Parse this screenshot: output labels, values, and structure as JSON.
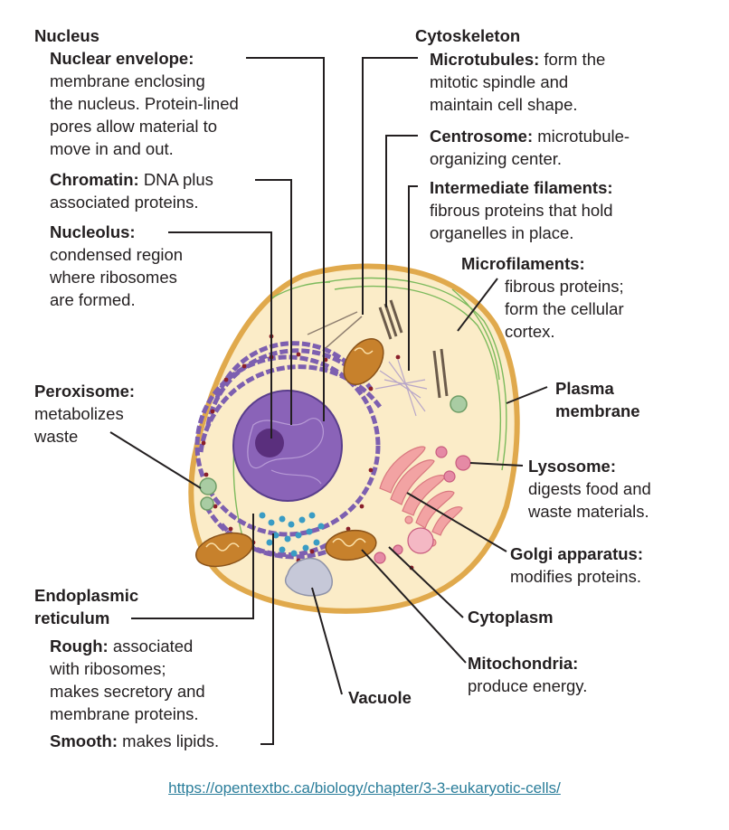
{
  "labels": {
    "nucleus_heading": "Nucleus",
    "nuclear_envelope": {
      "term": "Nuclear envelope:",
      "desc": [
        "membrane enclosing",
        "the nucleus. Protein-lined",
        "pores allow material to",
        "move in and out."
      ]
    },
    "chromatin": {
      "term": "Chromatin:",
      "desc": [
        "DNA plus",
        "associated proteins."
      ]
    },
    "nucleolus": {
      "term": "Nucleolus:",
      "desc": [
        "condensed region",
        "where ribosomes",
        "are formed."
      ]
    },
    "peroxisome": {
      "term": "Peroxisome:",
      "desc": [
        "metabolizes",
        "waste"
      ]
    },
    "er_heading": [
      "Endoplasmic",
      "reticulum"
    ],
    "rough": {
      "term": "Rough:",
      "desc": [
        "associated",
        "with ribosomes;",
        "makes secretory and",
        "membrane proteins."
      ]
    },
    "smooth": {
      "term": "Smooth:",
      "desc": "makes lipids."
    },
    "cytoskeleton_heading": "Cytoskeleton",
    "microtubules": {
      "term": "Microtubules:",
      "desc": [
        "form the",
        "mitotic spindle and",
        "maintain cell shape."
      ]
    },
    "centrosome": {
      "term": "Centrosome:",
      "desc": [
        "microtubule-",
        "organizing center."
      ]
    },
    "intermediate_filaments": {
      "term": "Intermediate filaments:",
      "desc": [
        "fibrous proteins that hold",
        "organelles in place."
      ]
    },
    "microfilaments": {
      "term": "Microfilaments:",
      "desc": [
        "fibrous proteins;",
        "form the cellular",
        "cortex."
      ]
    },
    "plasma_membrane": [
      "Plasma",
      "membrane"
    ],
    "lysosome": {
      "term": "Lysosome:",
      "desc": [
        "digests food and",
        "waste materials."
      ]
    },
    "golgi": {
      "term": "Golgi apparatus:",
      "desc": "modifies proteins."
    },
    "cytoplasm": "Cytoplasm",
    "mitochondria": {
      "term": "Mitochondria:",
      "desc": "produce energy."
    },
    "vacuole": "Vacuole"
  },
  "source_link": "https://opentextbc.ca/biology/chapter/3-3-eukaryotic-cells/",
  "colors": {
    "cell_fill": "#fbecc8",
    "cell_border": "#e0a94c",
    "nucleus": "#8a63b8",
    "nucleolus": "#5a2f7d",
    "rough_er": "#7d5fb0",
    "ribosome": "#8a1f2a",
    "smooth_er": "#3a9cc4",
    "golgi": "#f2a3a3",
    "mitochondria": "#c7812c",
    "lysosome": "#e58aa5",
    "peroxisome": "#a9cca3",
    "vacuole": "#c6c8d8",
    "microfilament": "#7cba5c",
    "leader_line": "#231f20",
    "link": "#2a7d9a"
  }
}
